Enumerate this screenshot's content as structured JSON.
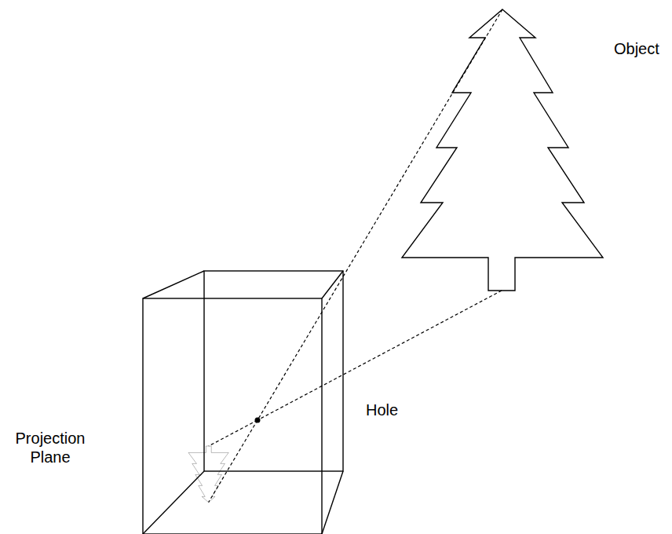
{
  "diagram": {
    "labels": [
      "Object",
      "Hole",
      "Projection Plane"
    ]
  }
}
